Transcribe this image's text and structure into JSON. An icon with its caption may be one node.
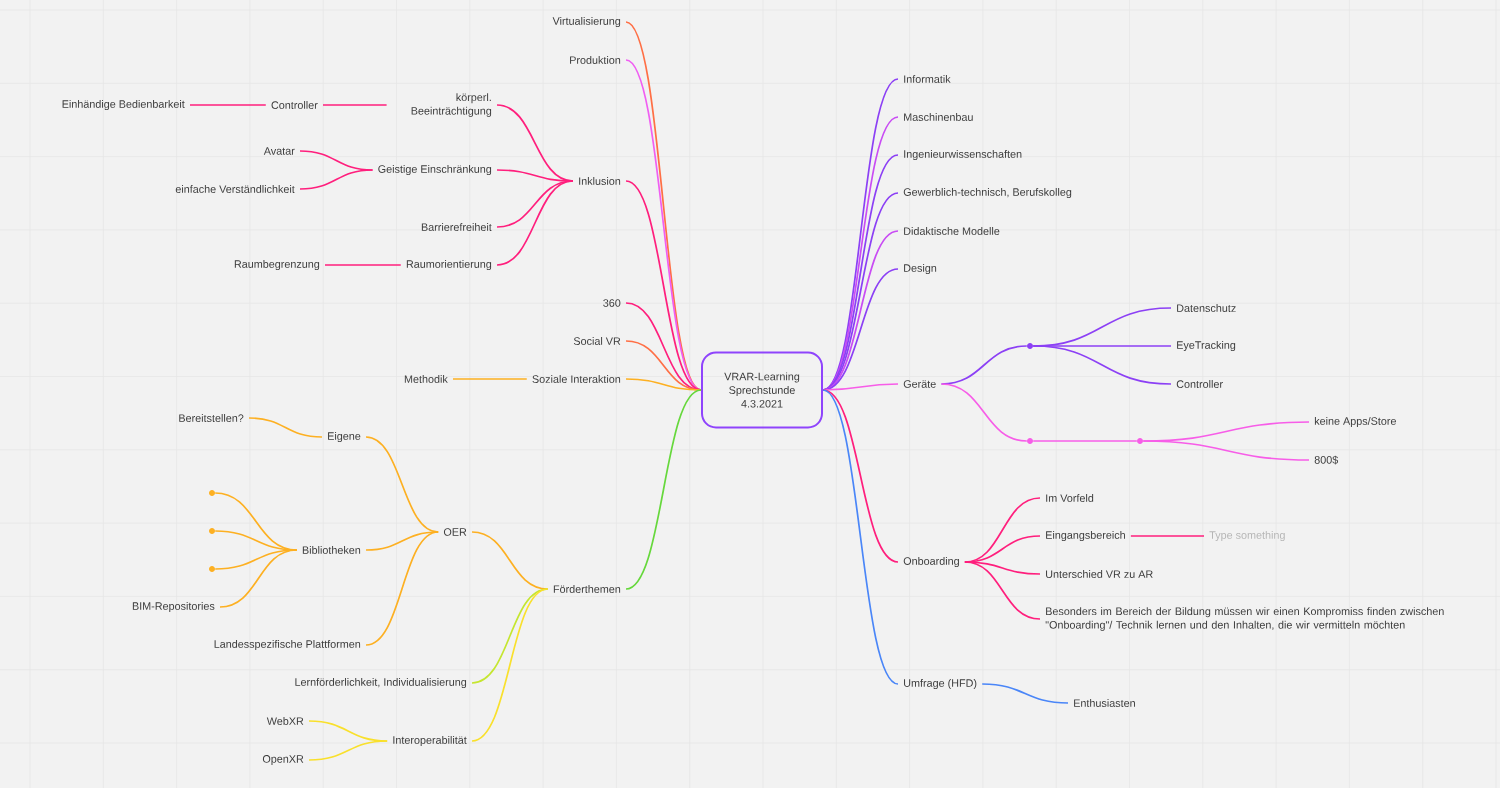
{
  "diagram": {
    "nodes": [
      {
        "text": [
          "VRAR-Learning Sprechstunde 4.3.2021"
        ]
      },
      {
        "text": [
          "Virtualisierung"
        ]
      },
      {
        "text": [
          "Produktion"
        ]
      },
      {
        "text": [
          "Inklusion"
        ]
      },
      {
        "text": [
          "körperl. Beeinträchtigung"
        ]
      },
      {
        "text": [
          "Controller"
        ]
      },
      {
        "text": [
          "Einhändige Bedienbarkeit"
        ]
      },
      {
        "text": [
          "Geistige Einschränkung"
        ]
      },
      {
        "text": [
          "Avatar"
        ]
      },
      {
        "text": [
          "einfache Verständlichkeit"
        ]
      },
      {
        "text": [
          "Barrierefreiheit"
        ]
      },
      {
        "text": [
          "Raumorientierung"
        ]
      },
      {
        "text": [
          "Raumbegrenzung"
        ]
      },
      {
        "text": [
          "360"
        ]
      },
      {
        "text": [
          "Social VR"
        ]
      },
      {
        "text": [
          "Soziale Interaktion"
        ]
      },
      {
        "text": [
          "Methodik"
        ]
      },
      {
        "text": [
          "Förderthemen"
        ]
      },
      {
        "text": [
          "OER"
        ]
      },
      {
        "text": [
          "Eigene"
        ]
      },
      {
        "text": [
          "Bereitstellen?"
        ]
      },
      {
        "text": [
          "Bibliotheken"
        ]
      },
      {
        "text": [],
        "shape": "circle"
      },
      {
        "text": [],
        "shape": "circle"
      },
      {
        "text": [],
        "shape": "circle"
      },
      {
        "text": [
          "BIM-Repositories"
        ]
      },
      {
        "text": [
          "Landesspezifische Plattformen"
        ]
      },
      {
        "text": [
          "Lernförderlichkeit, Individualisierung"
        ]
      },
      {
        "text": [
          "Interoperabilität"
        ]
      },
      {
        "text": [
          "WebXR"
        ]
      },
      {
        "text": [
          "OpenXR"
        ]
      },
      {
        "text": [
          "Informatik"
        ]
      },
      {
        "text": [
          "Maschinenbau"
        ]
      },
      {
        "text": [
          "Ingenieurwissenschaften"
        ]
      },
      {
        "text": [
          "Gewerblich-technisch, Berufskolleg"
        ]
      },
      {
        "text": [
          "Didaktische Modelle"
        ]
      },
      {
        "text": [
          "Design"
        ]
      },
      {
        "text": [
          "Geräte"
        ]
      },
      {
        "text": [],
        "shape": "circle"
      },
      {
        "text": [
          "Datenschutz"
        ]
      },
      {
        "text": [
          "EyeTracking"
        ]
      },
      {
        "text": [
          "Controller"
        ]
      },
      {
        "text": [],
        "shape": "circle"
      },
      {
        "text": [],
        "shape": "circle"
      },
      {
        "text": [
          "keine Apps/Store"
        ]
      },
      {
        "text": [
          "800$"
        ]
      },
      {
        "text": [
          "Onboarding"
        ]
      },
      {
        "text": [
          "Im Vorfeld"
        ]
      },
      {
        "text": [
          "Eingangsbereich"
        ]
      },
      {
        "text": [
          "Type something"
        ]
      },
      {
        "text": [
          "Unterschied VR zu AR"
        ]
      },
      {
        "text": [
          "Besonders im Bereich der Bildung müssen wir einen Kompromiss finden zwischen \"Onboarding\"/ Technik lernen und den Inhalten, die wir vermitteln möchten"
        ]
      },
      {
        "text": [
          "Umfrage (HFD)"
        ]
      },
      {
        "text": [
          "Enthusiasten"
        ]
      }
    ],
    "edges": [
      {
        "from": 0,
        "to": 1,
        "arrow": "none",
        "color": "#ff6f45"
      },
      {
        "from": 0,
        "to": 2,
        "arrow": "none",
        "color": "#f05ef2"
      },
      {
        "from": 0,
        "to": 3,
        "arrow": "none"
      },
      {
        "from": 3,
        "to": 4,
        "arrow": "none"
      },
      {
        "from": 4,
        "to": 5,
        "arrow": "none"
      },
      {
        "from": 5,
        "to": 6,
        "arrow": "none"
      },
      {
        "from": 3,
        "to": 7,
        "arrow": "none"
      },
      {
        "from": 7,
        "to": 8,
        "arrow": "none"
      },
      {
        "from": 7,
        "to": 9,
        "arrow": "none"
      },
      {
        "from": 3,
        "to": 10,
        "arrow": "none"
      },
      {
        "from": 3,
        "to": 11,
        "arrow": "none"
      },
      {
        "from": 11,
        "to": 12,
        "arrow": "none"
      },
      {
        "from": 0,
        "to": 13,
        "arrow": "none"
      },
      {
        "from": 0,
        "to": 14,
        "arrow": "none",
        "color": "#ff6f45"
      },
      {
        "from": 0,
        "to": 15,
        "arrow": "none",
        "color": "#fdb022"
      },
      {
        "from": 15,
        "to": 16,
        "arrow": "none",
        "color": "#fdb022"
      },
      {
        "from": 0,
        "to": 17,
        "arrow": "none",
        "color": "#66d83c"
      },
      {
        "from": 17,
        "to": 18,
        "arrow": "none",
        "color": "#fdb022"
      },
      {
        "from": 18,
        "to": 19,
        "arrow": "none",
        "color": "#fdb022"
      },
      {
        "from": 19,
        "to": 20,
        "arrow": "none",
        "color": "#fdb022"
      },
      {
        "from": 18,
        "to": 21,
        "arrow": "none",
        "color": "#fdb022"
      },
      {
        "from": 21,
        "to": 22,
        "arrow": "none",
        "color": "#fdb022"
      },
      {
        "from": 21,
        "to": 23,
        "arrow": "none",
        "color": "#fdb022"
      },
      {
        "from": 21,
        "to": 24,
        "arrow": "none",
        "color": "#fdb022"
      },
      {
        "from": 21,
        "to": 25,
        "arrow": "none",
        "color": "#fdb022"
      },
      {
        "from": 18,
        "to": 26,
        "arrow": "none",
        "color": "#fdb022"
      },
      {
        "from": 17,
        "to": 27,
        "arrow": "none",
        "color": "#c5e630"
      },
      {
        "from": 17,
        "to": 28,
        "arrow": "none",
        "color": "#f9e02c"
      },
      {
        "from": 28,
        "to": 29,
        "arrow": "none",
        "color": "#f9e02c"
      },
      {
        "from": 28,
        "to": 30,
        "arrow": "none",
        "color": "#f9e02c"
      },
      {
        "from": 0,
        "to": 31,
        "arrow": "none",
        "color": "#8c40f5"
      },
      {
        "from": 0,
        "to": 32,
        "arrow": "none",
        "color": "#c94cf4"
      },
      {
        "from": 0,
        "to": 33,
        "arrow": "none",
        "color": "#8c40f5"
      },
      {
        "from": 0,
        "to": 34,
        "arrow": "none",
        "color": "#8c40f5"
      },
      {
        "from": 0,
        "to": 35,
        "arrow": "none",
        "color": "#c94cf4"
      },
      {
        "from": 0,
        "to": 36,
        "arrow": "none",
        "color": "#8c40f5"
      },
      {
        "from": 0,
        "to": 37,
        "arrow": "none",
        "color": "#f75de8"
      },
      {
        "from": 37,
        "to": 38,
        "arrow": "none",
        "color": "#8c40f5"
      },
      {
        "from": 38,
        "to": 39,
        "arrow": "none",
        "color": "#8c40f5"
      },
      {
        "from": 38,
        "to": 40,
        "arrow": "none",
        "color": "#8c40f5"
      },
      {
        "from": 38,
        "to": 41,
        "arrow": "none",
        "color": "#8c40f5"
      },
      {
        "from": 37,
        "to": 42,
        "arrow": "none",
        "color": "#f75de8"
      },
      {
        "from": 42,
        "to": 43,
        "arrow": "none",
        "color": "#f75de8"
      },
      {
        "from": 43,
        "to": 44,
        "arrow": "none",
        "color": "#f75de8"
      },
      {
        "from": 43,
        "to": 45,
        "arrow": "none",
        "color": "#f75de8"
      },
      {
        "from": 0,
        "to": 46,
        "arrow": "none"
      },
      {
        "from": 46,
        "to": 47,
        "arrow": "none"
      },
      {
        "from": 46,
        "to": 48,
        "arrow": "none"
      },
      {
        "from": 48,
        "to": 49,
        "arrow": "none"
      },
      {
        "from": 46,
        "to": 50,
        "arrow": "none"
      },
      {
        "from": 46,
        "to": 51,
        "arrow": "none"
      },
      {
        "from": 0,
        "to": 52,
        "arrow": "none",
        "color": "#4a86f8"
      },
      {
        "from": 52,
        "to": 53,
        "arrow": "none",
        "color": "#4a86f8"
      }
    ]
  }
}
